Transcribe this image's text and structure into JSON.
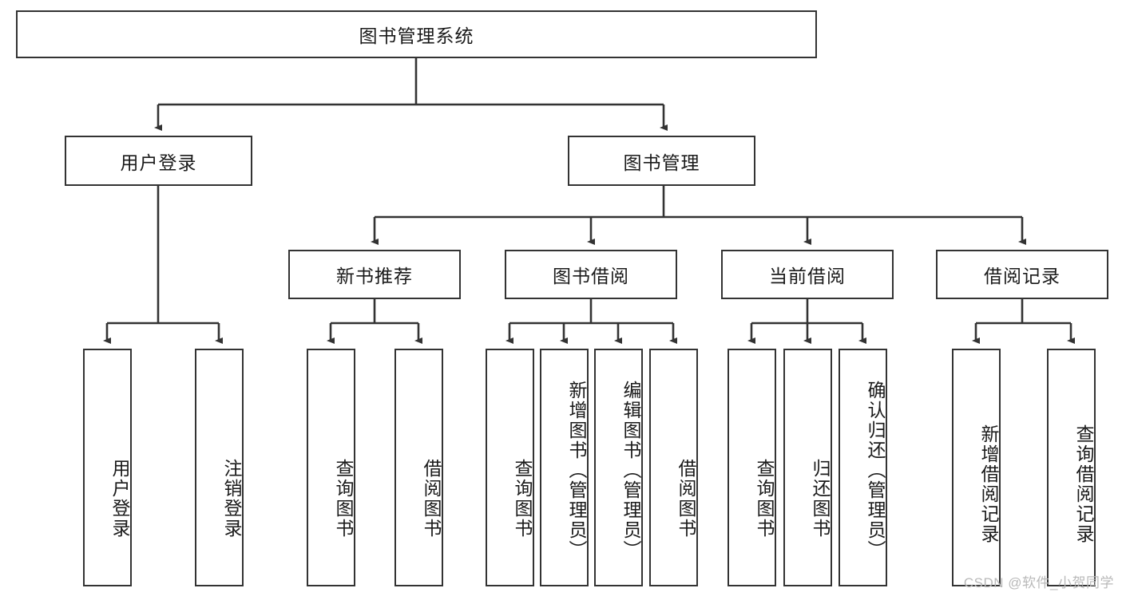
{
  "diagram": {
    "title": "图书管理系统",
    "type": "tree",
    "watermark": "CSDN @软件_小贺同学",
    "colors": {
      "box_border": "#333333",
      "box_fill": "#ffffff",
      "edge": "#333333",
      "text": "#1a1a1a",
      "watermark": "#b9b9b9",
      "background": "#ffffff"
    },
    "nodes": {
      "root": "图书管理系统",
      "level2": [
        "用户登录",
        "图书管理"
      ],
      "level3": [
        "新书推荐",
        "图书借阅",
        "当前借阅",
        "借阅记录"
      ],
      "leaves_user_login": [
        "用户登录",
        "注销登录"
      ],
      "leaves_new_book": [
        "查询图书",
        "借阅图书"
      ],
      "leaves_book_borrow": [
        "查询图书",
        "新增图书（管理员）",
        "编辑图书（管理员）",
        "借阅图书"
      ],
      "leaves_current_borrow": [
        "查询图书",
        "归还图书",
        "确认归还（管理员）"
      ],
      "leaves_borrow_record": [
        "新增借阅记录",
        "查询借阅记录"
      ]
    }
  }
}
